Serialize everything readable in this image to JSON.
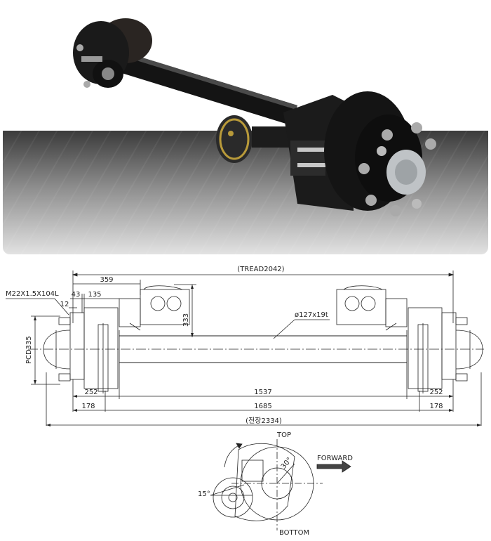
{
  "dimensions": {
    "tread": "(TREAD2042)",
    "total": "(전장2334)",
    "d359": "359",
    "d43": "43",
    "d135": "135",
    "d12": "12",
    "d333": "333",
    "d252_left": "252",
    "d252_right": "252",
    "d1537": "1537",
    "d178_left": "178",
    "d178_right": "178",
    "d1685": "1685",
    "pcd": "PCD335",
    "stud": "M22X1.5X104L",
    "tube": "ø127x19t"
  },
  "orientation": {
    "top": "TOP",
    "bottom": "BOTTOM",
    "forward": "FORWARD",
    "angle15": "15°",
    "angle30": "30°"
  },
  "colors": {
    "line": "#222222",
    "axle_black": "#151515",
    "hub_silver": "#bfc3c6",
    "accent_yellow": "#b89a3a"
  }
}
